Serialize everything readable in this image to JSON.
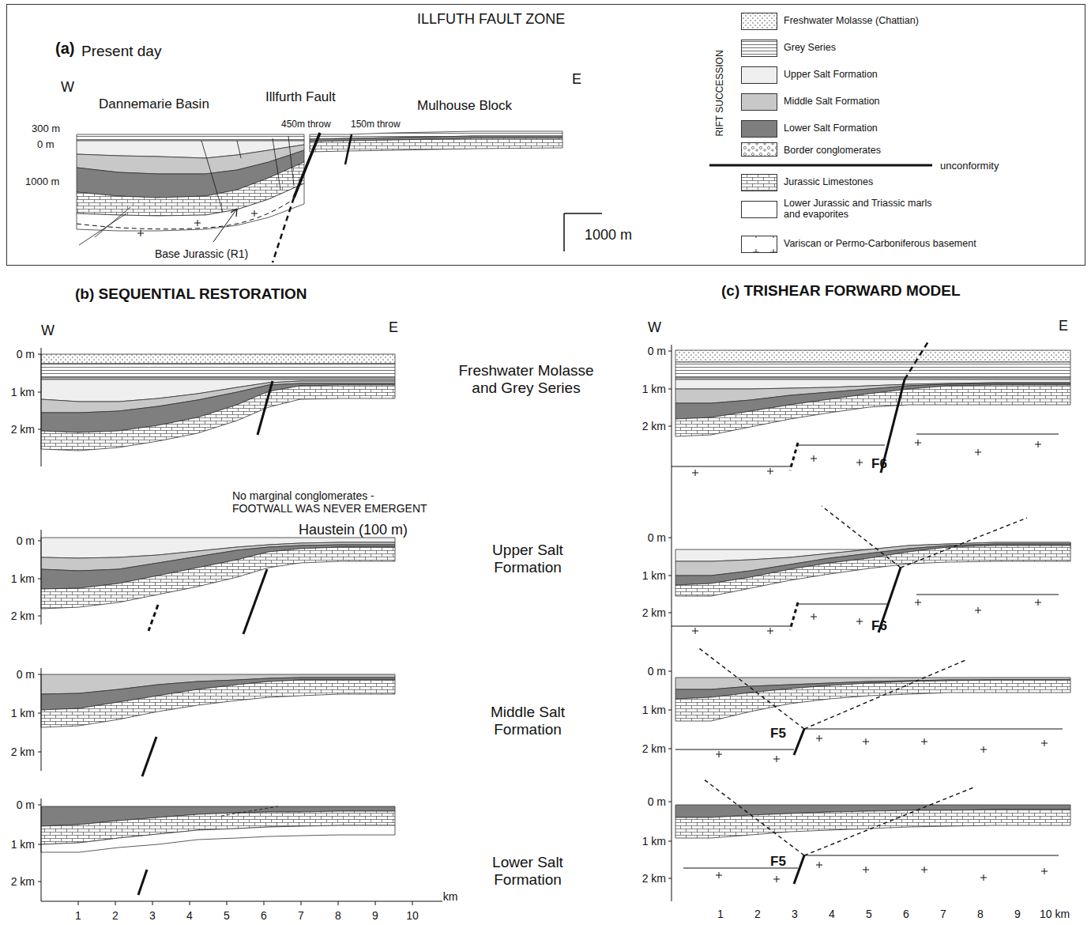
{
  "diagram": {
    "title": "ILLFUTH FAULT ZONE",
    "labels": [
      "(a)",
      "Present day",
      "W",
      "E",
      "Dannemarie Basin",
      "Illfurth Fault",
      "Mulhouse Block",
      "450m throw",
      "150m throw",
      "300 m",
      "0 m",
      "1000 m",
      "Base Jurassic (R1)",
      "1000 m",
      "RIFT SUCCESSION",
      "unconformity",
      "(b) SEQUENTIAL RESTORATION",
      "(c) TRISHEAR FORWARD MODEL",
      "W",
      "E",
      "W",
      "E",
      "Freshwater Molasse and Grey Series",
      "No marginal conglomerates -FOOTWALL WAS NEVER EMERGENT",
      "Haustein (100 m)",
      "Upper Salt Formation",
      "Middle Salt Formation",
      "Lower Salt Formation",
      "0 m",
      "1 km",
      "2 km",
      "0 m",
      "1 km",
      "2 km",
      "0 m",
      "1 km",
      "2 km",
      "0 m",
      "1 km",
      "2 km",
      "0 m",
      "1 km",
      "2 km",
      "0 m",
      "1 km",
      "2 km",
      "0 m",
      "1 km",
      "2 km",
      "0 m",
      "1 km",
      "2 km",
      "1",
      "2",
      "3",
      "4",
      "5",
      "6",
      "7",
      "8",
      "9",
      "10",
      "km",
      "1",
      "2",
      "3",
      "4",
      "5",
      "6",
      "7",
      "8",
      "9",
      "10 km",
      "F6",
      "F6",
      "F5",
      "F5"
    ],
    "legend": [
      {
        "text": "Freshwater Molasse (Chattian)"
      },
      {
        "text": "Grey Series"
      },
      {
        "text": "Upper Salt Formation",
        "color": "#efefef"
      },
      {
        "text": "Middle Salt Formation",
        "color": "#c8c8c8"
      },
      {
        "text": "Lower Salt Formation",
        "color": "#7f7f7f"
      },
      {
        "text": "Border conglomerates"
      },
      {
        "text": "Jurassic Limestones"
      },
      {
        "text": "Lower Jurassic and Triassic marls and evaporites",
        "color": "#ffffff"
      },
      {
        "text": "Variscan or Permo-Carboniferous basement"
      }
    ]
  }
}
